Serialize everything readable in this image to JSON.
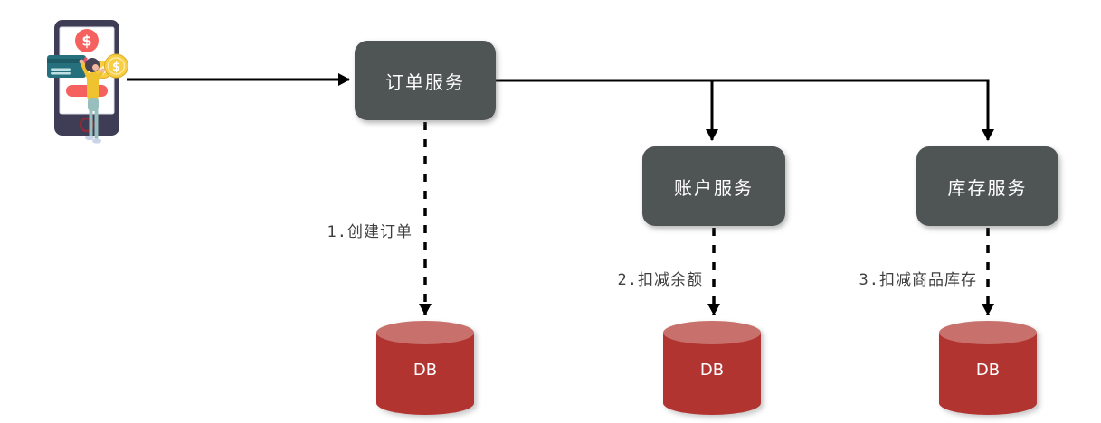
{
  "services": {
    "order": {
      "label": "订单服务"
    },
    "account": {
      "label": "账户服务"
    },
    "inventory": {
      "label": "库存服务"
    }
  },
  "databases": {
    "order": {
      "label": "DB"
    },
    "account": {
      "label": "DB"
    },
    "inventory": {
      "label": "DB"
    }
  },
  "edge_labels": {
    "create_order": "1.创建订单",
    "deduct_balance": "2.扣减余额",
    "deduct_inventory": "3.扣减商品库存"
  },
  "icons": {
    "dollar": "$"
  },
  "colors": {
    "service_box": "#4F5455",
    "service_text": "#FFFFFF",
    "db_body": "#B23430",
    "db_top": "#C8716C",
    "arrow": "#000000",
    "edge_label_text": "#3F3F3F",
    "phone_frame": "#3F3D56",
    "accent_red": "#F4615E",
    "card_teal": "#26707E",
    "coin_yellow": "#F8CE42",
    "shirt_yellow": "#EFC32F",
    "pants_teal": "#98BFBE"
  }
}
